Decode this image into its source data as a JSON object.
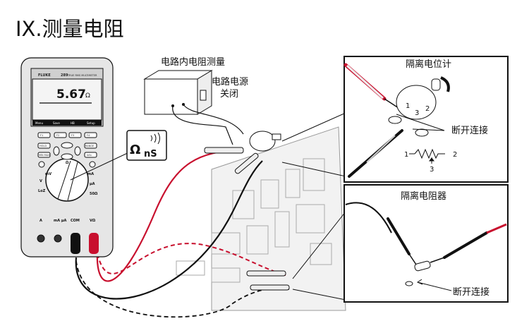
{
  "title": "IX.测量电阻",
  "colors": {
    "red_lead": "#c8102e",
    "black_lead": "#111111",
    "meter_body": "#e9e9e9",
    "screen": "#f4f4f4"
  },
  "meter": {
    "brand": "FLUKE",
    "model": "289",
    "model_desc": "TRUE RMS MULTIMETER",
    "reading": "5.67",
    "unit": "Ω",
    "softkeys": [
      "Menu",
      "Save",
      "HB",
      "Setup"
    ],
    "fkeys": [
      "F1",
      "F2",
      "F3",
      "F4"
    ],
    "buttons": {
      "hold": "HOLD",
      "range": "RANGE",
      "minmax": "MIN MAX",
      "info": "Info"
    },
    "dial": [
      "mV",
      "Ω",
      "V",
      "LoZ",
      "mA",
      "μA",
      "50Ω"
    ],
    "jacks": [
      "A",
      "mA μA",
      "COM",
      "VΩ"
    ]
  },
  "callout": {
    "symbol": "Ω",
    "sub": "nS"
  },
  "power_box": {
    "label": "电路内电阻测量",
    "power_label_1": "电路电源",
    "power_label_2": "关闭"
  },
  "panel_pot": {
    "title": "隔离电位计",
    "disconnect": "断开连接",
    "pins": [
      "1",
      "2",
      "3"
    ]
  },
  "panel_res": {
    "title": "隔离电阻器",
    "disconnect": "断开连接"
  }
}
